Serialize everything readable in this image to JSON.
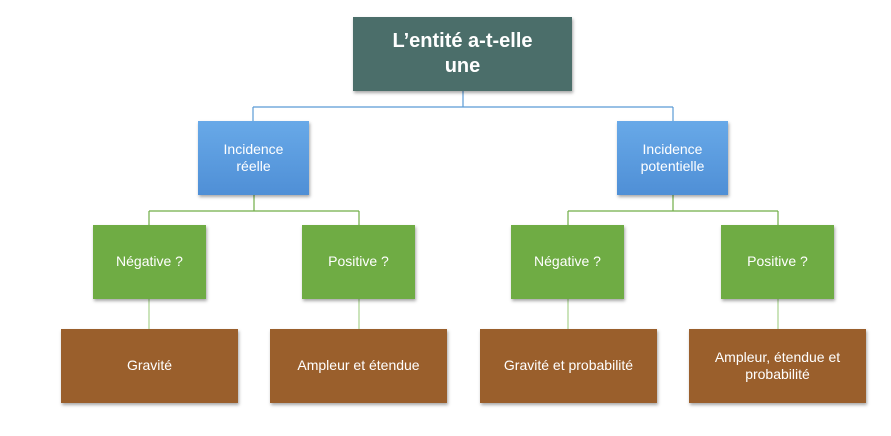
{
  "colors": {
    "root": "#4b6e6a",
    "level1": "#5b9bd5",
    "level2": "#6fac44",
    "level3": "#9a5f2c",
    "connector_blue": "#5b9bd5",
    "connector_green": "#70ad47",
    "connector_yellowgreen": "#a9d18e"
  },
  "root": {
    "label": "L’entité a-t-elle une"
  },
  "level1": [
    {
      "label": "Incidence réelle"
    },
    {
      "label": "Incidence potentielle"
    }
  ],
  "level2": [
    {
      "label": "Négative ?"
    },
    {
      "label": "Positive ?"
    },
    {
      "label": "Négative ?"
    },
    {
      "label": "Positive ?"
    }
  ],
  "level3": [
    {
      "label": "Gravité"
    },
    {
      "label": "Ampleur et étendue"
    },
    {
      "label": "Gravité et probabilité"
    },
    {
      "label": "Ampleur, étendue et probabilité"
    }
  ]
}
